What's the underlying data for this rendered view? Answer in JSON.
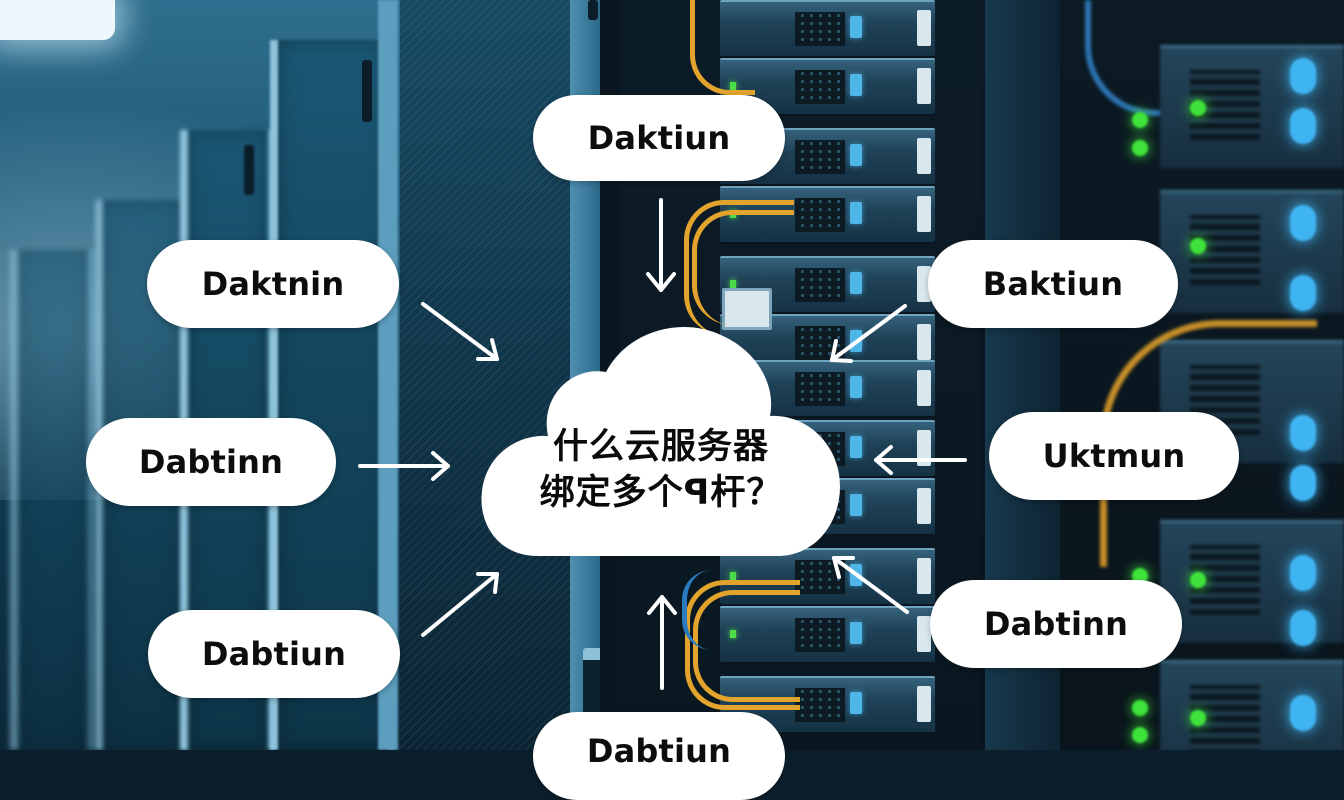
{
  "diagram": {
    "center": {
      "shape": "cloud",
      "line1": "什么云服务器",
      "line2": "绑定多个ꟼ杆？",
      "fill": "#ffffff",
      "text_color": "#0a0a0a"
    },
    "nodes": [
      {
        "id": "top",
        "label": "Daktiun",
        "position": "top-center",
        "arrow": "down"
      },
      {
        "id": "upper-left",
        "label": "Daktnin",
        "position": "upper-left",
        "arrow": "down-right"
      },
      {
        "id": "middle-left",
        "label": "Dabtinn",
        "position": "middle-left",
        "arrow": "right"
      },
      {
        "id": "lower-left",
        "label": "Dabtiun",
        "position": "lower-left",
        "arrow": "up-right"
      },
      {
        "id": "upper-right",
        "label": "Baktiun",
        "position": "upper-right",
        "arrow": "down-left"
      },
      {
        "id": "middle-right",
        "label": "Uktmun",
        "position": "middle-right",
        "arrow": "left"
      },
      {
        "id": "lower-right",
        "label": "Dabtinn",
        "position": "lower-right",
        "arrow": "up-left"
      },
      {
        "id": "bottom",
        "label": "Dabtiun",
        "position": "bottom-center (cut off)",
        "arrow": "up"
      }
    ],
    "style": {
      "pill_fill": "#ffffff",
      "pill_text": "#0d0d0d",
      "arrow_color": "#ffffff",
      "background_tone": "#0b1e2b",
      "accent_blue_led": "#3fb4f2",
      "accent_green_led": "#3fe23a",
      "cable_color": "#e2a42c"
    }
  }
}
